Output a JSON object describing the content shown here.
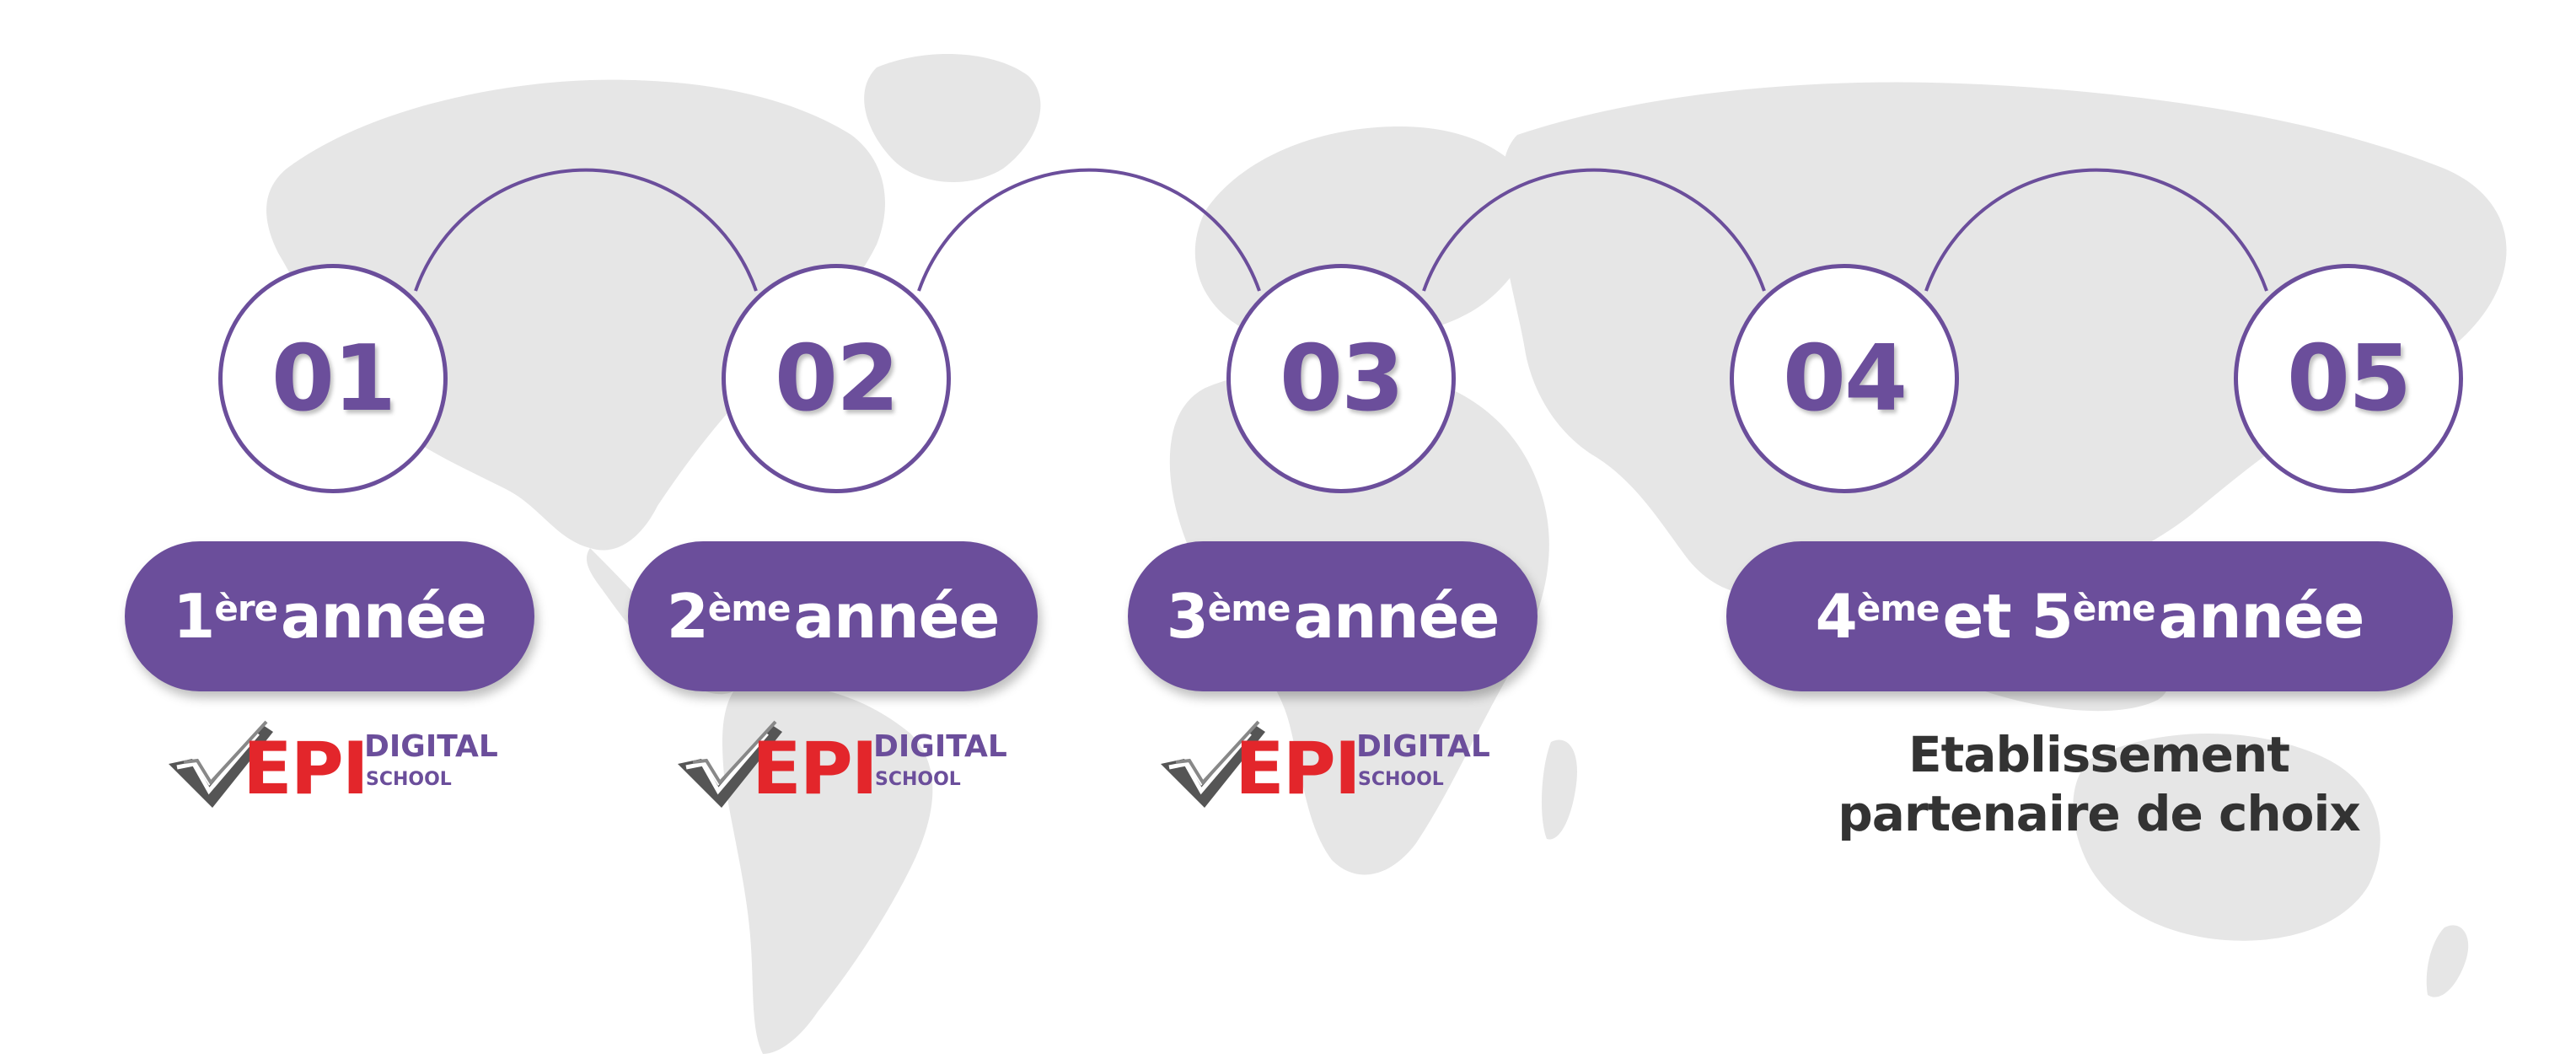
{
  "colors": {
    "accent": "#6b4e9b",
    "map": "#e6e6e6",
    "logo_red": "#e3262b",
    "text_dark": "#333333"
  },
  "steps": [
    {
      "number": "01"
    },
    {
      "number": "02"
    },
    {
      "number": "03"
    },
    {
      "number": "04"
    },
    {
      "number": "05"
    }
  ],
  "years": [
    {
      "n1": "1",
      "s1": "ère",
      "word": "année"
    },
    {
      "n1": "2",
      "s1": "ème",
      "word": "année"
    },
    {
      "n1": "3",
      "s1": "ème",
      "word": "année"
    },
    {
      "n1": "4",
      "s1": "ème",
      "mid": "et 5",
      "s2": "ème",
      "word": "année"
    }
  ],
  "logo": {
    "mark": "EPI",
    "line1": "DIGITAL",
    "line2": "SCHOOL"
  },
  "partner": {
    "line1": "Etablissement",
    "line2": "partenaire de choix"
  }
}
